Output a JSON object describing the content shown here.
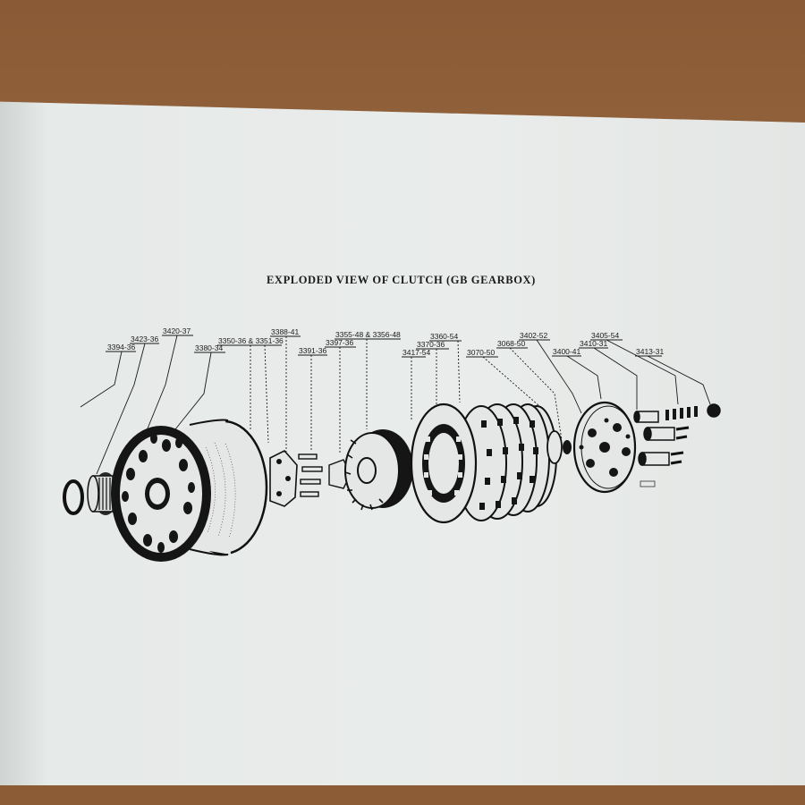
{
  "page": {
    "title": "EXPLODED VIEW OF CLUTCH (GB GEARBOX)"
  },
  "part_numbers": [
    "3394-36",
    "3423-36",
    "3420-37",
    "3380-34",
    "3350-36 & 3351-36",
    "3388-41",
    "3391-36",
    "3355-48 & 3356-48",
    "3397-36",
    "3417-54",
    "3360-54",
    "3370-36",
    "3070-50",
    "3068-50",
    "3402-52",
    "3400-41",
    "3410-31",
    "3405-54",
    "3413-31"
  ],
  "colors": {
    "paper": "#e8ebe9",
    "ink": "#1a1a1a",
    "wood": "#8f5f39"
  }
}
